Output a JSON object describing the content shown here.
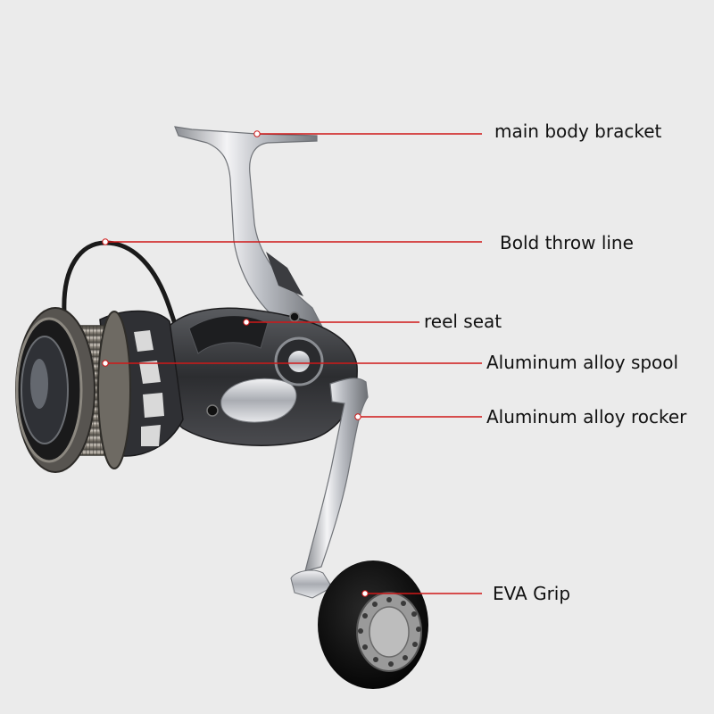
{
  "colors": {
    "background": "#ebebeb",
    "leader_line": "#d01818",
    "text": "#111111"
  },
  "callouts": [
    {
      "id": "main-body-bracket",
      "label": "main body bracket"
    },
    {
      "id": "bold-throw-line",
      "label": "Bold throw line"
    },
    {
      "id": "reel-seat",
      "label": "reel seat"
    },
    {
      "id": "aluminum-alloy-spool",
      "label": "Aluminum alloy spool"
    },
    {
      "id": "aluminum-alloy-rocker",
      "label": "Aluminum alloy rocker"
    },
    {
      "id": "eva-grip",
      "label": "EVA Grip"
    }
  ]
}
